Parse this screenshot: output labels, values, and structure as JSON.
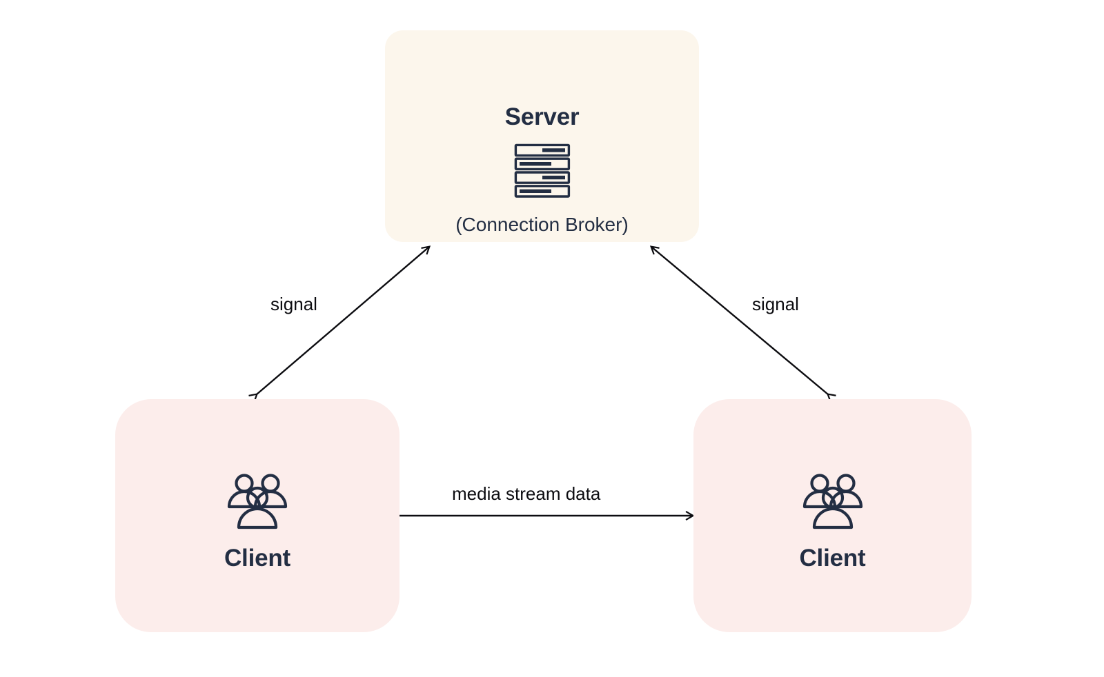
{
  "diagram": {
    "type": "network-architecture",
    "background_color": "#ffffff",
    "text_color": "#232e43",
    "edge_color": "#0c0c10",
    "nodes": [
      {
        "id": "server",
        "title": "Server",
        "subtitle": "(Connection Broker)",
        "icon": "server-rack-icon",
        "fill": "#fcf6ec"
      },
      {
        "id": "client-left",
        "title": "Client",
        "icon": "people-group-icon",
        "fill": "#fcedeb"
      },
      {
        "id": "client-right",
        "title": "Client",
        "icon": "people-group-icon",
        "fill": "#fcedeb"
      }
    ],
    "edges": [
      {
        "id": "edge-signal-left",
        "label": "signal",
        "from": "client-left",
        "to": "server",
        "direction": "bidirectional"
      },
      {
        "id": "edge-signal-right",
        "label": "signal",
        "from": "client-right",
        "to": "server",
        "direction": "bidirectional"
      },
      {
        "id": "edge-media",
        "label": "media stream data",
        "from": "client-left",
        "to": "client-right",
        "direction": "bidirectional"
      }
    ]
  }
}
